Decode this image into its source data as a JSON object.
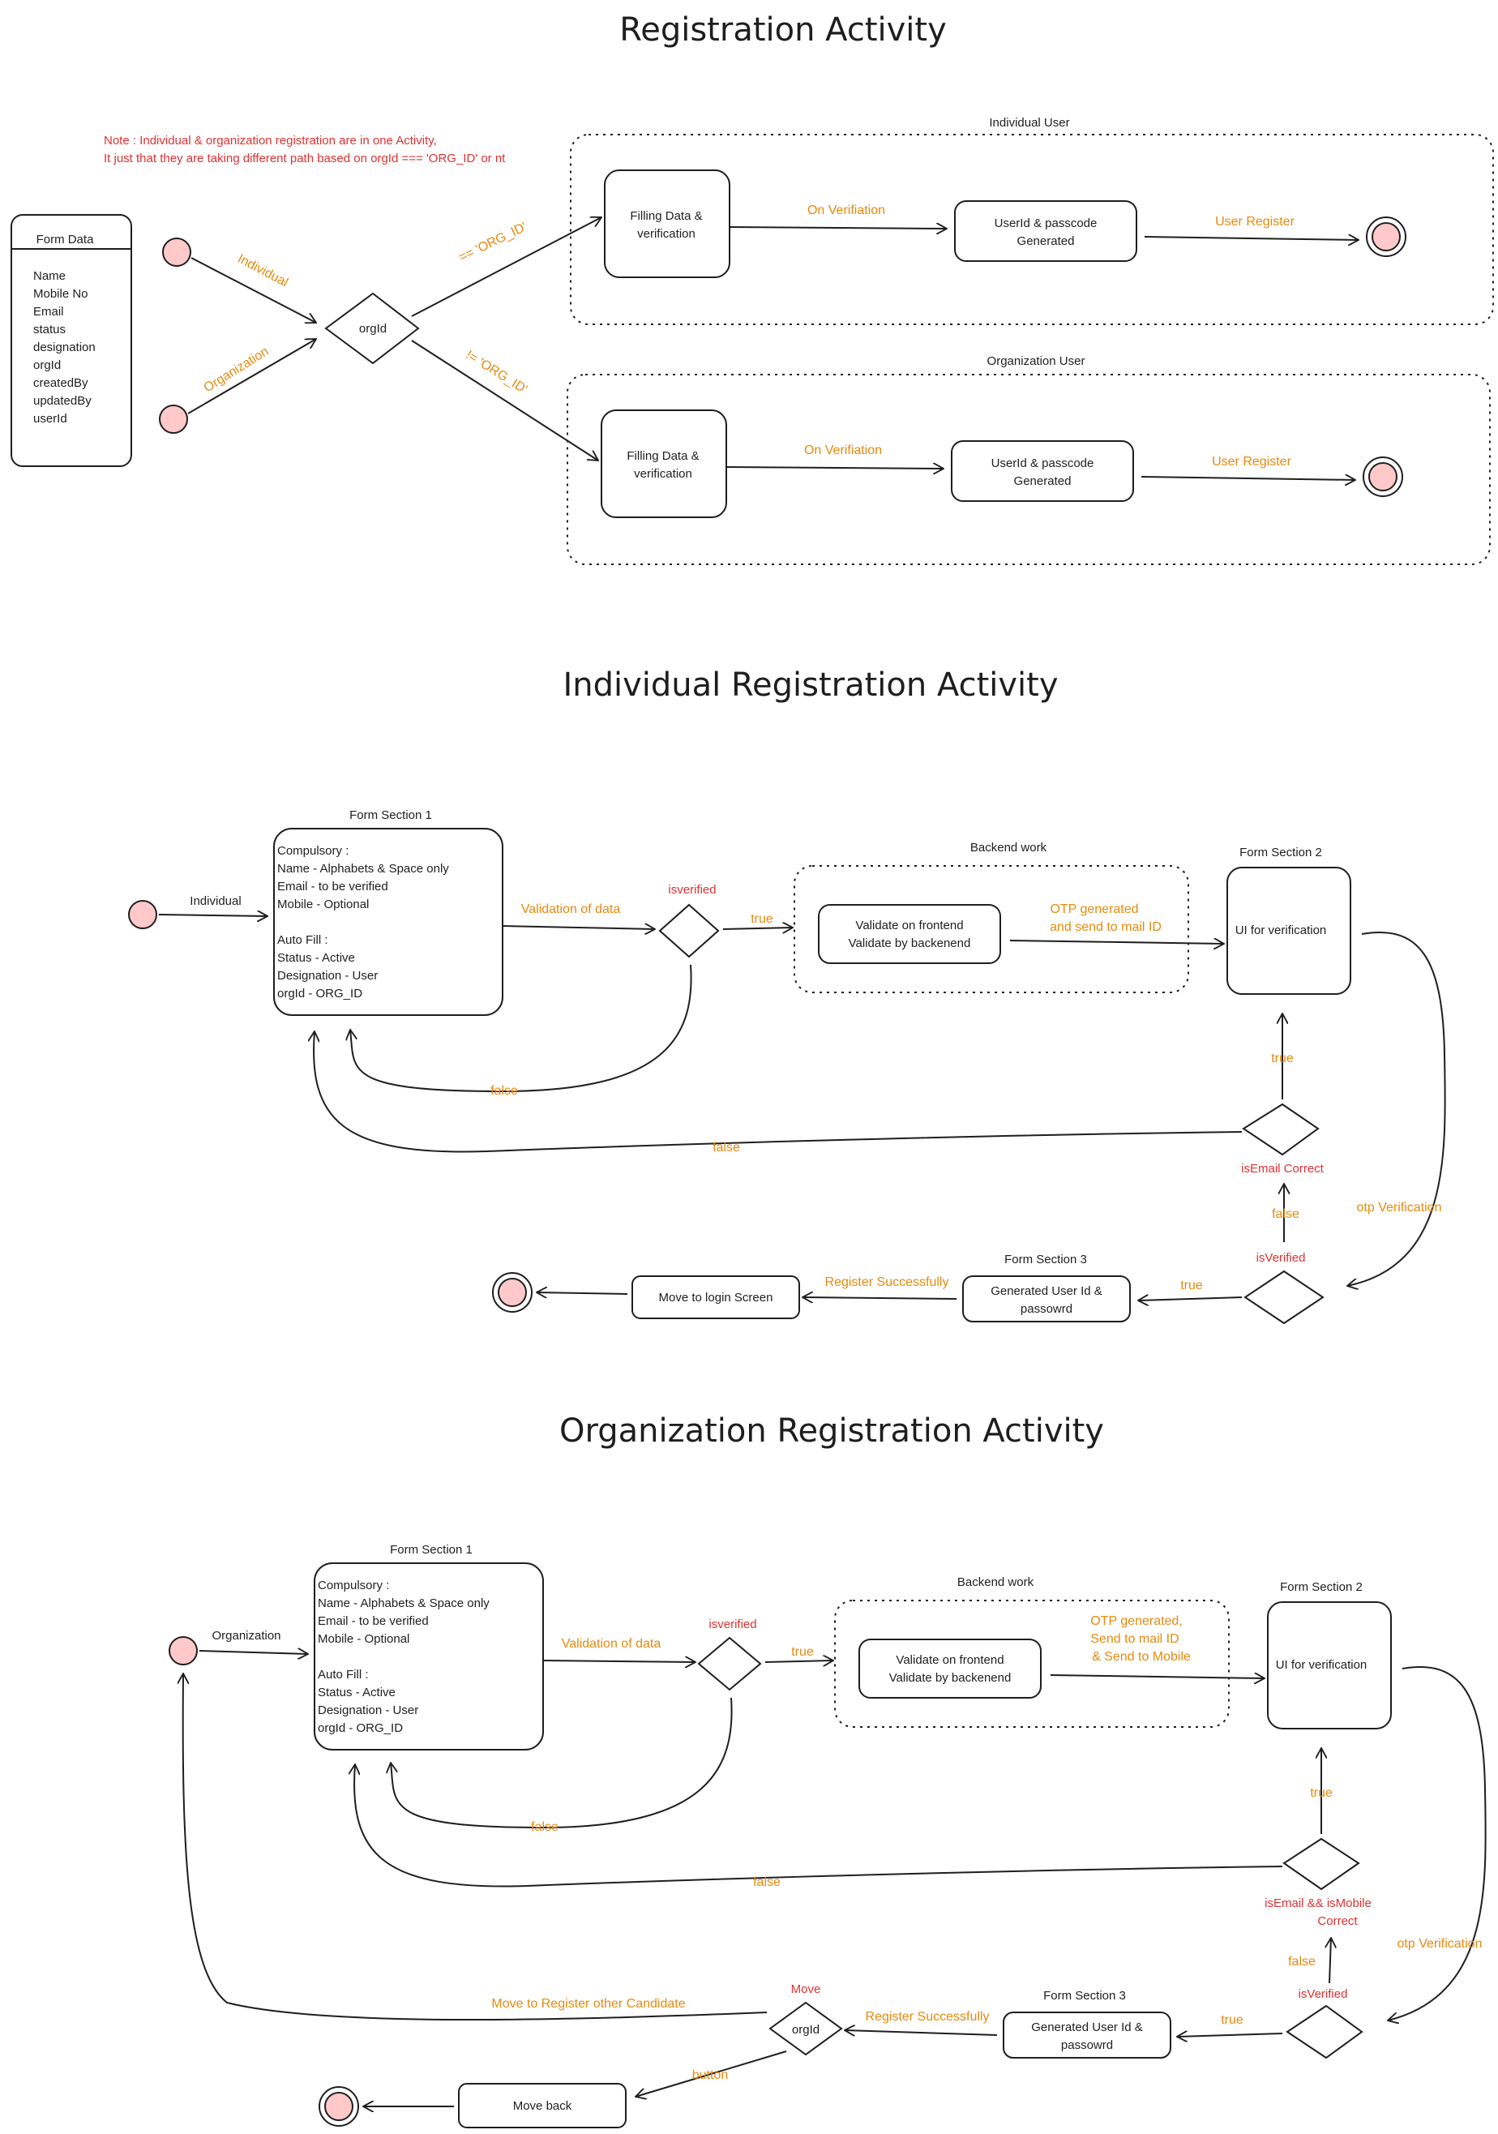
{
  "section1": {
    "title": "Registration Activity",
    "note_line1": "Note : Individual & organization registration are in one Activity,",
    "note_line2": "It just that they are taking different path based on orgId === 'ORG_ID' or nt",
    "form_data_title": "Form Data",
    "form_fields": [
      "Name",
      "Mobile No",
      "Email",
      "status",
      "designation",
      "orgId",
      "createdBy",
      "updatedBy",
      "userId"
    ],
    "label_individual": "Individual",
    "label_organization": "Organization",
    "decision": "orgId",
    "label_eq": "== 'ORG_ID'",
    "label_neq": "!= 'ORG_ID'",
    "individual_group": "Individual User",
    "organization_group": "Organization User",
    "filling_line1": "Filling Data &",
    "filling_line2": "verification",
    "on_verification": "On Verifiation",
    "generated_line1": "UserId & passcode",
    "generated_line2": "Generated",
    "user_register": "User Register"
  },
  "section2": {
    "title": "Individual Registration Activity",
    "start_label": "Individual",
    "form_section1": "Form Section 1",
    "form_lines": [
      "Compulsory :",
      "Name - Alphabets & Space only",
      "Email - to be verified",
      "Mobile - Optional",
      "",
      "Auto Fill :",
      "Status - Active",
      "Designation - User",
      "orgId - ORG_ID"
    ],
    "validation": "Validation of data",
    "isverified": "isverified",
    "true_label": "true",
    "false_label": "false",
    "backend_work": "Backend work",
    "validate_line1": "Validate on frontend",
    "validate_line2": "Validate by backenend",
    "otp_line1": "OTP generated",
    "otp_line2": "and send to mail ID",
    "form_section2": "Form Section 2",
    "ui_verification": "UI for verification",
    "is_email_correct": "isEmail Correct",
    "otp_verification": "otp Verification",
    "is_verified": "isVerified",
    "form_section3": "Form Section 3",
    "generated_line1": "Generated User Id &",
    "generated_line2": "passowrd",
    "register_successfully": "Register Successfully",
    "move_login": "Move to login Screen"
  },
  "section3": {
    "title": "Organization Registration Activity",
    "start_label": "Organization",
    "form_section1": "Form Section 1",
    "form_lines": [
      "Compulsory :",
      "Name - Alphabets & Space only",
      "Email - to be verified",
      "Mobile - Optional",
      "",
      "Auto Fill :",
      "Status - Active",
      "Designation - User",
      "orgId - ORG_ID"
    ],
    "validation": "Validation of data",
    "isverified": "isverified",
    "true_label": "true",
    "false_label": "false",
    "backend_work": "Backend work",
    "validate_line1": "Validate on frontend",
    "validate_line2": "Validate by backenend",
    "otp_line1": "OTP generated,",
    "otp_line2": "Send to mail ID",
    "otp_line3": "& Send to Mobile",
    "form_section2": "Form Section 2",
    "ui_verification": "UI for verification",
    "is_correct_line1": "isEmail && isMobile",
    "is_correct_line2": "Correct",
    "otp_verification": "otp Verification",
    "is_verified": "isVerified",
    "form_section3": "Form Section 3",
    "generated_line1": "Generated User Id &",
    "generated_line2": "passowrd",
    "register_successfully": "Register Successfully",
    "move": "Move",
    "orgid": "orgId",
    "move_register_other": "Move to Register other Candidate",
    "button": "button",
    "move_back": "Move back"
  }
}
